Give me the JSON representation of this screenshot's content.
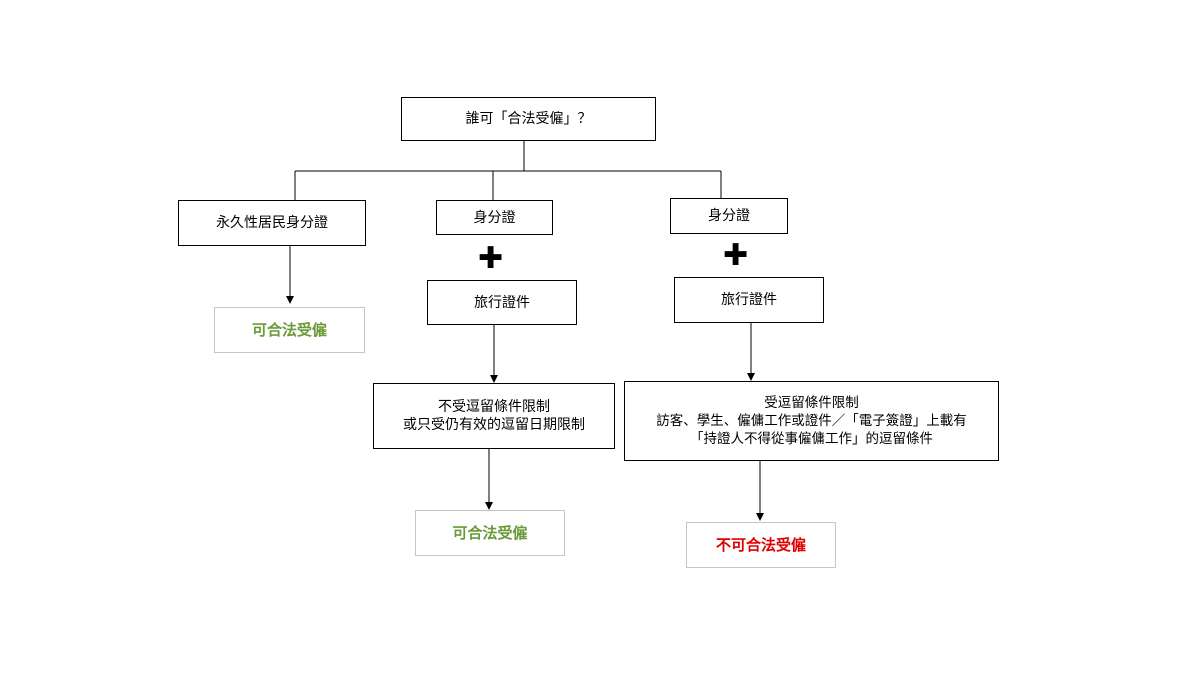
{
  "diagram": {
    "question": "誰可「合法受僱」？",
    "branches": [
      {
        "id_label": "永久性居民身分證",
        "result": "可合法受僱"
      },
      {
        "id_label": "身分證",
        "travel_doc_label": "旅行證件",
        "condition_lines": [
          "不受逗留條件限制",
          "或只受仍有效的逗留日期限制"
        ],
        "result": "可合法受僱"
      },
      {
        "id_label": "身分證",
        "travel_doc_label": "旅行證件",
        "condition_lines": [
          "受逗留條件限制",
          "訪客、學生、僱傭工作或證件／「電子簽證」上載有",
          "「持證人不得從事僱傭工作」的逗留條件"
        ],
        "result": "不可合法受僱"
      }
    ],
    "plus_symbol": "✚"
  },
  "colors": {
    "allowed": "#6a9a3a",
    "not_allowed": "#e00000",
    "line": "#000000",
    "result_border": "#c6c6c6"
  }
}
